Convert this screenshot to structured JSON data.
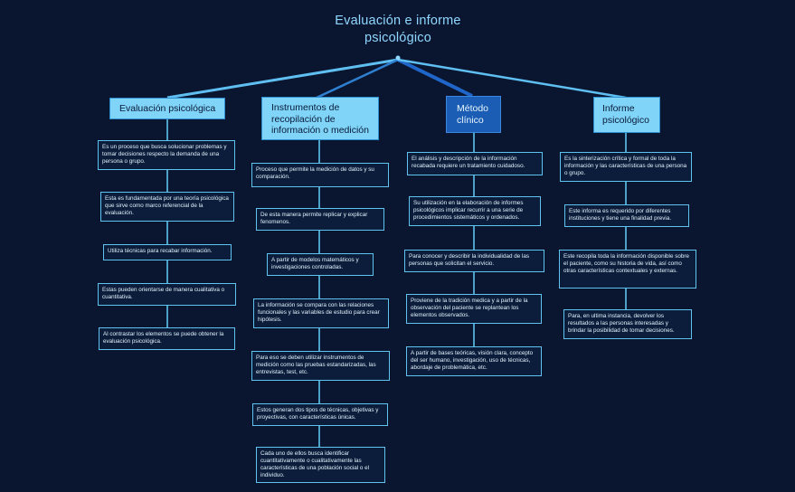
{
  "title": "Evaluación e informe psicológico",
  "branches": [
    {
      "heading": "Evaluación psicológica",
      "items": [
        "Es un proceso que busca solucionar problemas y tomar decisiones respecto la demanda de una persona o grupo.",
        "Esta es fundamentada por una teoría psicológica que sirve como marco referencial de la evaluación.",
        "Utiliza técnicas para recabar información.",
        "Estas pueden orientarse de manera cualitativa o cuantitativa.",
        "Al contrastar los elementos se puede obtener la evaluación psicológica."
      ]
    },
    {
      "heading": "Instrumentos de recopilación de información o medición",
      "items": [
        "Proceso que permite la medición de datos y su comparación.",
        "De esta manera permite replicar y explicar fenomenos.",
        "A partir de modelos matemáticos y investigaciones controladas.",
        "La información se compara con las relaciones funcionales y las variables de estudio para crear hipótesis.",
        "Para eso se deben utilizar instrumentos de medición como las pruebas estandarizadas, las entrevistas, test, etc.",
        "Estos generan dos tipos de técnicas, objetivas y proyectivas, con características únicas.",
        "Cada uno de ellos busca identificar cuantitativamente o cualitativamente las características de una población social o el individuo."
      ]
    },
    {
      "heading": "Método clínico",
      "items": [
        "El análisis y descripción de la información recabada requiere un tratamiento cuidadoso.",
        "Su utilización en la elaboración de informes psicológicos implicar recurrir a una serie de procedimientos sistemáticos y ordenados.",
        "Para conocer y describir la individualidad de las personas que solicitan el servicio.",
        "Proviene de la tradición medica y a partir de la observación del paciente se replantean los elementos observados.",
        "A partir de bases teóricas, visión clara, concepto del ser humano, investigación, uso de técnicas, abordaje de problemática, etc."
      ]
    },
    {
      "heading": "Informe psicológico",
      "items": [
        "Es la sinterización crítica y formal de toda la información y las características de una persona o grupo.",
        "Este informa es requerido por diferentes instituciones y tiene una finalidad previa.",
        "Este recopila toda la información disponible sobre el paciente, como su historia de vida, así como otras características contextuales y externas.",
        "Para, en ultima instancia, devolver los resultados a las personas interesadas y brindar la posibilidad de tomar decisiones."
      ]
    }
  ]
}
